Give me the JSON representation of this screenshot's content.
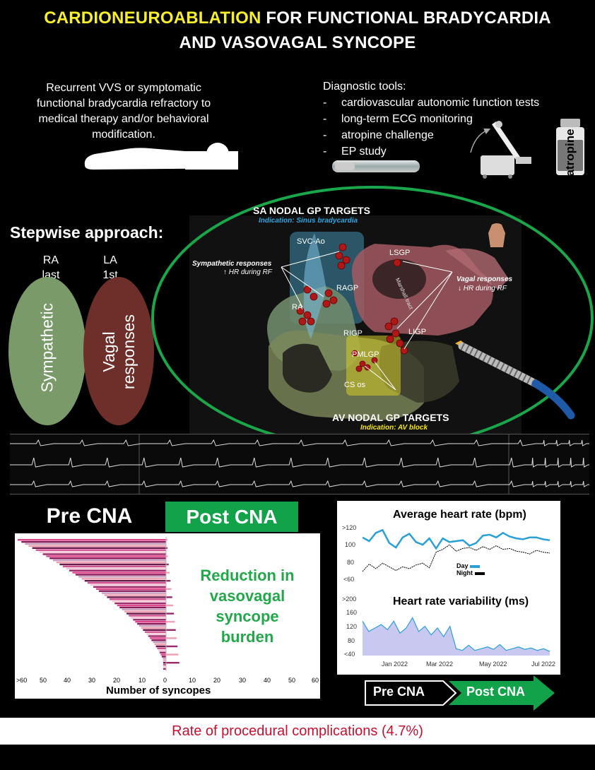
{
  "title": {
    "highlight": "CARDIONEUROABLATION",
    "rest_line1": " FOR FUNCTIONAL BRADYCARDIA",
    "line2": "AND VASOVAGAL SYNCOPE"
  },
  "indication_text": "Recurrent VVS or symptomatic functional bradycardia refractory to medical therapy and/or behavioral modification.",
  "diagnostic": {
    "heading": "Diagnostic tools:",
    "items": [
      "cardiovascular autonomic function tests",
      "long-term ECG monitoring",
      "atropine challenge",
      "EP study"
    ],
    "vial_label": "atropine"
  },
  "stepwise": {
    "heading": "Stepwise approach:",
    "ra_label": "RA",
    "ra_order": "last",
    "la_label": "LA",
    "la_order": "1st",
    "sympathetic_label": "Sympathetic",
    "vagal_label_1": "Vagal",
    "vagal_label_2": "responses",
    "sympathetic_color": "#7a9a6a",
    "vagal_color": "#6e2e2a"
  },
  "anatomy": {
    "sa_title": "SA NODAL GP TARGETS",
    "sa_indication": "Indication: Sinus bradycardia",
    "av_title": "AV NODAL  GP TARGETS",
    "av_indication": "Indication: AV block",
    "symp_resp": "Sympathetic responses",
    "symp_resp_sub": "↑ HR during RF",
    "vagal_resp": "Vagal responses",
    "vagal_resp_sub": "↓ HR during RF",
    "labels": {
      "svc": "SVC-Ao",
      "ragp": "RAGP",
      "ra": "RA",
      "lsgp": "LSGP",
      "marshall": "Marshall tract",
      "rigp": "RIGP",
      "ligp": "LIGP",
      "pmlgp": "PMLGP",
      "csos": "CS os"
    },
    "oval_color": "#1aa64a",
    "sa_indication_color": "#2aa6e0",
    "av_indication_color": "#f3e600"
  },
  "syncope_chart": {
    "pre_tab": "Pre CNA",
    "post_tab": "Post CNA",
    "post_color": "#12a24a",
    "reduction_text": "Reduction in vasovagal syncope burden",
    "xlabel": "Number of syncopes",
    "ticks_left": [
      ">60",
      "50",
      "40",
      "30",
      "20",
      "10",
      "0"
    ],
    "ticks_right": [
      "10",
      "20",
      "30",
      "40",
      "50",
      "60"
    ]
  },
  "chart_data": [
    {
      "type": "line",
      "title": "Average heart rate (bpm)",
      "yticks": [
        ">120",
        "100",
        "80",
        "<60"
      ],
      "ylim": [
        60,
        120
      ],
      "series": [
        {
          "name": "Day",
          "color": "#2aa0d8",
          "values": [
            104,
            100,
            109,
            112,
            98,
            93,
            104,
            108,
            99,
            96,
            103,
            92,
            103,
            99,
            100,
            101,
            95,
            98,
            106,
            107,
            104,
            109,
            105,
            103,
            102,
            104,
            104,
            102,
            101
          ]
        },
        {
          "name": "Night",
          "color": "#000000",
          "values": [
            67,
            75,
            70,
            76,
            72,
            68,
            72,
            70,
            74,
            76,
            71,
            88,
            91,
            96,
            89,
            92,
            93,
            90,
            94,
            91,
            95,
            91,
            92,
            89,
            88,
            86,
            90,
            88,
            87
          ]
        }
      ]
    },
    {
      "type": "area",
      "title": "Heart rate variability (ms)",
      "yticks": [
        ">200",
        "160",
        "120",
        "80",
        "<40"
      ],
      "xticks": [
        "Jan 2022",
        "Mar 2022",
        "May 2022",
        "Jul 2022"
      ],
      "ylim": [
        40,
        200
      ],
      "series": [
        {
          "color": "#2aa0d8",
          "values": [
            140,
            110,
            120,
            130,
            115,
            140,
            105,
            120,
            150,
            110,
            125,
            100,
            120,
            95,
            125,
            60,
            55,
            70,
            55,
            60,
            65,
            58,
            72,
            55,
            60,
            65,
            58,
            62,
            55,
            60,
            52
          ]
        }
      ]
    }
  ],
  "arrow": {
    "pre": "Pre CNA",
    "post": "Post CNA",
    "post_color": "#12a24a"
  },
  "complications": "Rate of procedural complications (4.7%)"
}
